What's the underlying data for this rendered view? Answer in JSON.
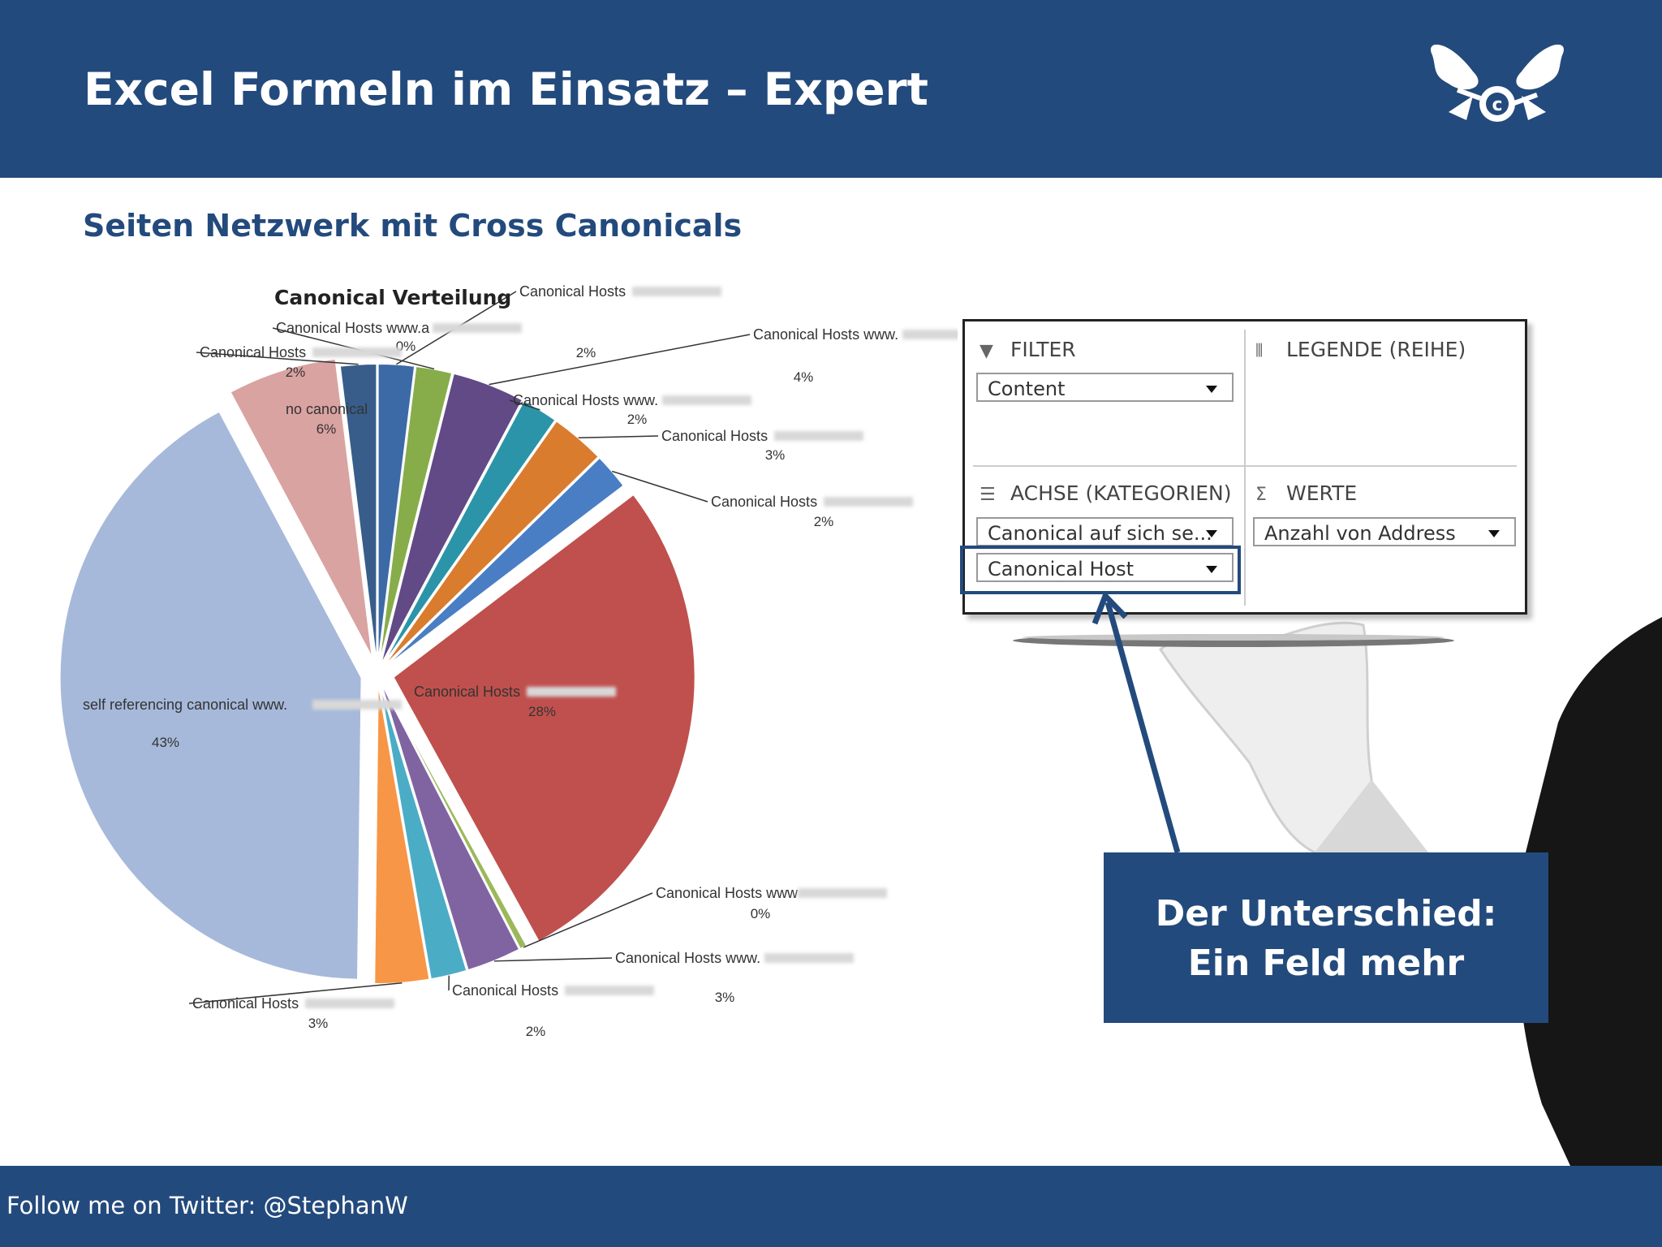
{
  "header": {
    "title": "Excel Formeln im Einsatz – Expert",
    "subtitle": "Seiten Netzwerk mit Cross Canonicals",
    "logo_icon": "fly-c-logo-icon"
  },
  "footer": {
    "text": "Follow me on Twitter: @StephanW"
  },
  "pivot_panel": {
    "filter": {
      "label": "FILTER",
      "icon": "funnel-icon",
      "field": "Content"
    },
    "legend": {
      "label": "LEGENDE (REIHE)",
      "icon": "columns-icon"
    },
    "axis": {
      "label": "ACHSE (KATEGORIEN)",
      "icon": "rows-icon",
      "fields": [
        "Canonical auf sich se...",
        "Canonical Host"
      ]
    },
    "values": {
      "label": "WERTE",
      "icon": "sigma-icon",
      "field": "Anzahl von Address"
    }
  },
  "callout": {
    "line1": "Der Unterschied:",
    "line2": "Ein Feld mehr"
  },
  "colors": {
    "brand": "#234a7c",
    "background": "#ffffff"
  },
  "chart_data": {
    "type": "pie",
    "title": "Canonical Verteilung",
    "slices": [
      {
        "name": "Canonical Hosts",
        "value": 2,
        "label": "2%",
        "color": "#3b6aa6"
      },
      {
        "name": "Canonical Hosts www.a",
        "value": 2,
        "label": "0%",
        "color": "#86ad4a"
      },
      {
        "name": "Canonical Hosts www.",
        "value": 4,
        "label": "4%",
        "color": "#614a86"
      },
      {
        "name": "Canonical Hosts www.",
        "value": 2,
        "label": "2%",
        "color": "#2b94a8"
      },
      {
        "name": "Canonical Hosts",
        "value": 3,
        "label": "3%",
        "color": "#d97c2e"
      },
      {
        "name": "Canonical Hosts",
        "value": 2,
        "label": "2%",
        "color": "#4a7ec4"
      },
      {
        "name": "Canonical Hosts",
        "value": 28,
        "label": "28%",
        "color": "#c0504d"
      },
      {
        "name": "Canonical Hosts www",
        "value": 0.4,
        "label": "0%",
        "color": "#9bb95a"
      },
      {
        "name": "Canonical Hosts www.",
        "value": 3,
        "label": "3%",
        "color": "#8064a2"
      },
      {
        "name": "Canonical Hosts",
        "value": 2,
        "label": "2%",
        "color": "#4bacc6"
      },
      {
        "name": "Canonical Hosts",
        "value": 3,
        "label": "3%",
        "color": "#f79646"
      },
      {
        "name": "self referencing canonical www.",
        "value": 43,
        "label": "43%",
        "color": "#a6b9da"
      },
      {
        "name": "no canonical",
        "value": 6,
        "label": "6%",
        "color": "#d9a3a2"
      },
      {
        "name": "Canonical Hosts",
        "value": 2,
        "label": "2%",
        "color": "#385d8a"
      }
    ]
  }
}
